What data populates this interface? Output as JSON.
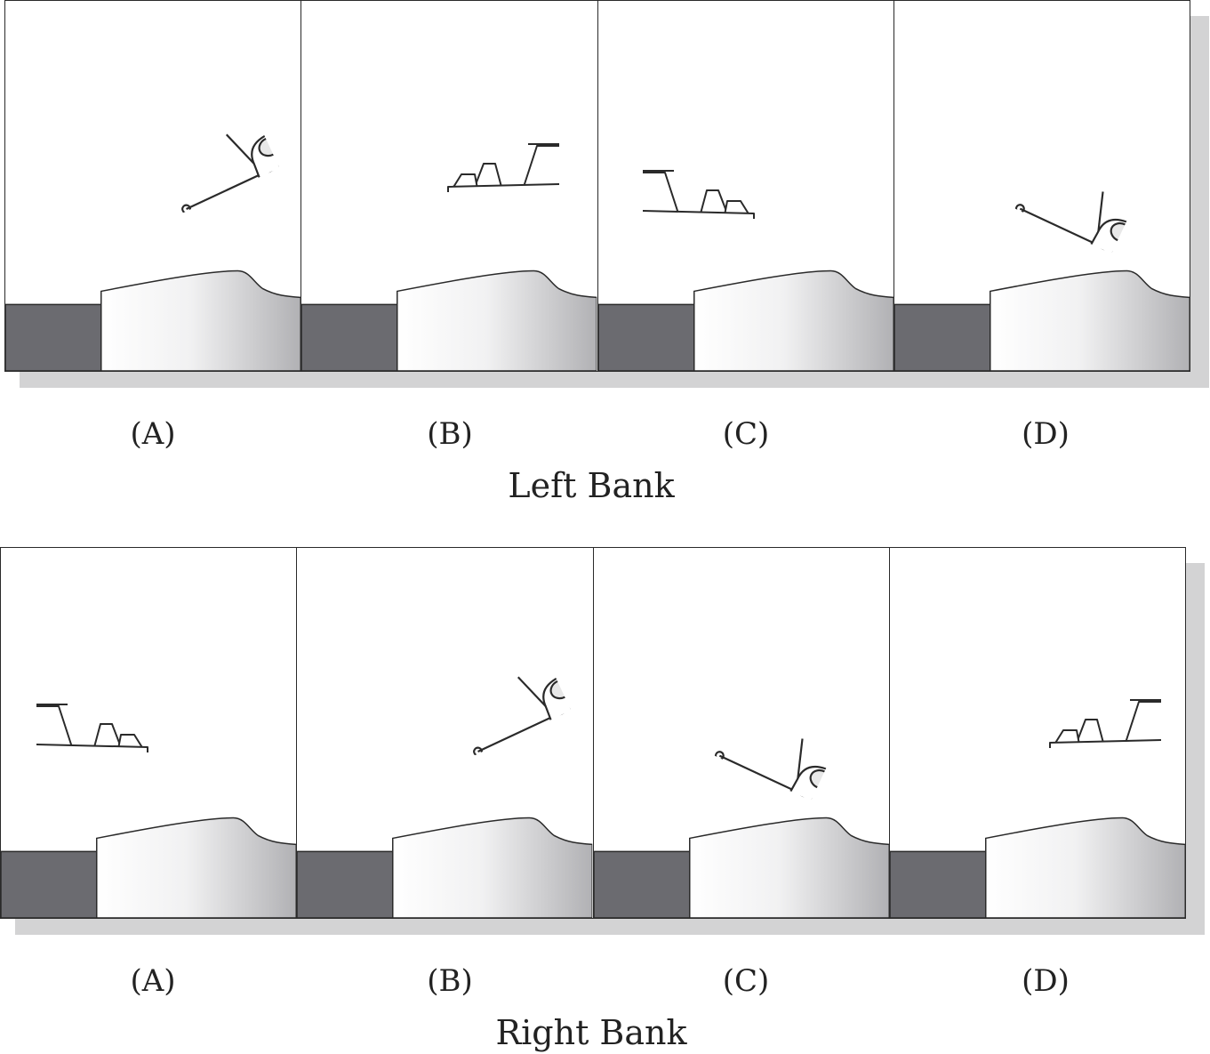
{
  "groups": [
    {
      "id": "left",
      "caption": "Left Bank",
      "panels": [
        {
          "label": "(A)",
          "view": "rear",
          "bank_deg": -25
        },
        {
          "label": "(B)",
          "view": "top-right",
          "bank_deg": 0
        },
        {
          "label": "(C)",
          "view": "bottom-left",
          "bank_deg": 0
        },
        {
          "label": "(D)",
          "view": "front",
          "bank_deg": 25
        }
      ]
    },
    {
      "id": "right",
      "caption": "Right Bank",
      "panels": [
        {
          "label": "(A)",
          "view": "top-left",
          "bank_deg": 0
        },
        {
          "label": "(B)",
          "view": "front",
          "bank_deg": -25
        },
        {
          "label": "(C)",
          "view": "rear",
          "bank_deg": 25
        },
        {
          "label": "(D)",
          "view": "bottom-right",
          "bank_deg": 0
        }
      ]
    }
  ],
  "colors": {
    "ground_dark": "#6b6b70",
    "hangar_light": "#ffffff",
    "hangar_shade": "#b5b5b8",
    "shadow": "#d3d3d4",
    "outline": "#2a2a2a"
  }
}
